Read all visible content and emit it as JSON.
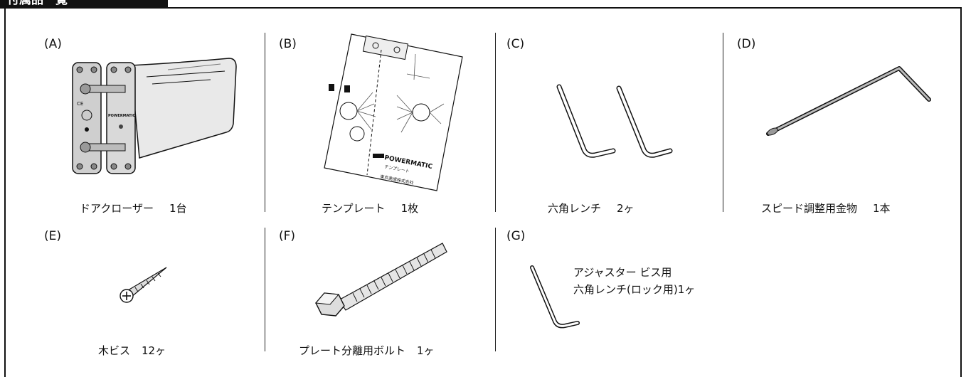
{
  "section_title": "付属品一覧",
  "items": [
    {
      "letter": "(A)",
      "name": "ドアクローザー",
      "qty": "1台"
    },
    {
      "letter": "(B)",
      "name": "テンプレート",
      "qty": "1枚"
    },
    {
      "letter": "(C)",
      "name": "六角レンチ",
      "qty": "2ヶ"
    },
    {
      "letter": "(D)",
      "name": "スピード調整用金物",
      "qty": "1本"
    },
    {
      "letter": "(E)",
      "name": "木ビス",
      "qty": "12ヶ"
    },
    {
      "letter": "(F)",
      "name": "プレート分離用ボルト",
      "qty": "1ヶ"
    },
    {
      "letter": "(G)",
      "line1": "アジャスター ビス用",
      "line2": "六角レンチ(ロック用)",
      "qty": "1ヶ"
    }
  ],
  "template_sheet": {
    "brand_top": "POWERMATIC",
    "label": "テンプレート",
    "maker": "東京美成株式会社"
  },
  "closer": {
    "brand": "POWERMATIC",
    "mark": "CE"
  }
}
